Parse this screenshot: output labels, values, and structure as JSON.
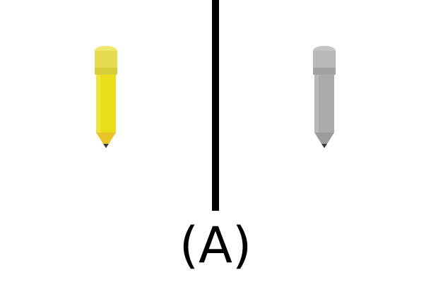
{
  "label": "(A)",
  "pencils": [
    {
      "name": "left",
      "color": "yellow",
      "body_color": "#e8df1a",
      "tip_color": "#3a3a3a"
    },
    {
      "name": "right",
      "color": "gray",
      "body_color": "#a9a9a9",
      "tip_color": "#3a3a3a"
    }
  ],
  "divider_color": "#000000"
}
